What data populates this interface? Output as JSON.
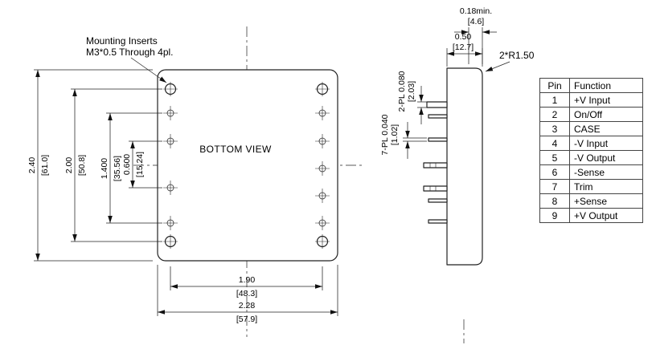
{
  "bottom_view": {
    "label": "BOTTOM VIEW",
    "mounting_note": {
      "line1": "Mounting Inserts",
      "line2": "M3*0.5 Through 4pl."
    }
  },
  "side_view": {
    "corner_radius": "2*R1.50"
  },
  "dims": {
    "overall_height": {
      "in": "2.40",
      "mm": "[61.0]"
    },
    "mount_hole_span": {
      "in": "2.00",
      "mm": "[50.8]"
    },
    "pin_row_span": {
      "in": "1.400",
      "mm": "[35.56]"
    },
    "pin_inner_span": {
      "in": "0.600",
      "mm": "[15.24]"
    },
    "pin_col_span": {
      "in": "1.90",
      "mm": "[48.3]"
    },
    "overall_width": {
      "in": "2.28",
      "mm": "[57.9]"
    },
    "pin_length": {
      "in": "0.18min.",
      "mm": "[4.6]"
    },
    "body_thickness": {
      "in": "0.50",
      "mm": "[12.7]"
    },
    "pin_thick_2pl": {
      "in": "2-PL 0.080",
      "mm": "[2.03]"
    },
    "pin_thick_7pl": {
      "in": "7-PL 0.040",
      "mm": "[1.02]"
    }
  },
  "pin_table": {
    "headers": {
      "pin": "Pin",
      "function": "Function"
    },
    "rows": [
      {
        "pin": "1",
        "function": "+V Input"
      },
      {
        "pin": "2",
        "function": "On/Off"
      },
      {
        "pin": "3",
        "function": "CASE"
      },
      {
        "pin": "4",
        "function": "-V Input"
      },
      {
        "pin": "5",
        "function": "-V Output"
      },
      {
        "pin": "6",
        "function": "-Sense"
      },
      {
        "pin": "7",
        "function": "Trim"
      },
      {
        "pin": "8",
        "function": "+Sense"
      },
      {
        "pin": "9",
        "function": "+V Output"
      }
    ]
  }
}
